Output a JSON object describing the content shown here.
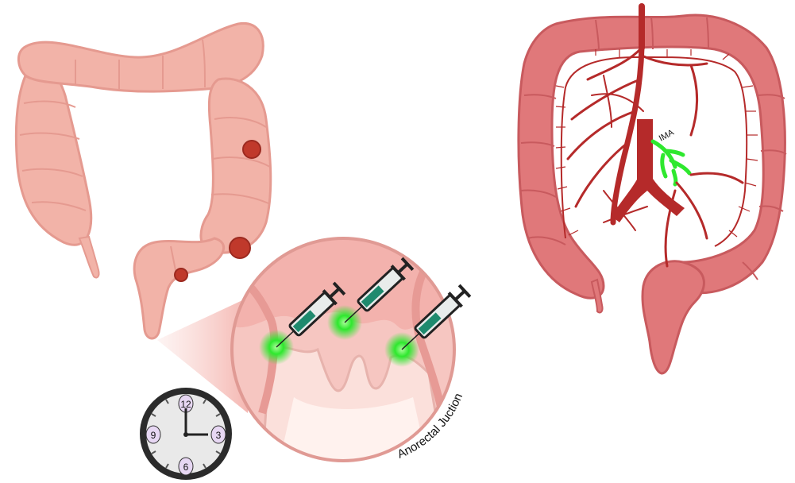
{
  "labels": {
    "ima": "IMA",
    "anorectal": "Anorectal Juction"
  },
  "clock": {
    "numbers": [
      "12",
      "3",
      "6",
      "9"
    ]
  },
  "colors": {
    "colon_pale": "#f2b3a8",
    "colon_pale_dark": "#e59a90",
    "colon_red": "#e0787a",
    "colon_red_dark": "#c85a5e",
    "artery": "#b52a2a",
    "artery_dark": "#8e1f1f",
    "tumor": "#c0392b",
    "injection_glow": "#2ee82e",
    "syringe_fluid": "#1f8a6e",
    "clock_face": "#e9e9e9",
    "clock_number_bg": "#e7d7f3"
  }
}
